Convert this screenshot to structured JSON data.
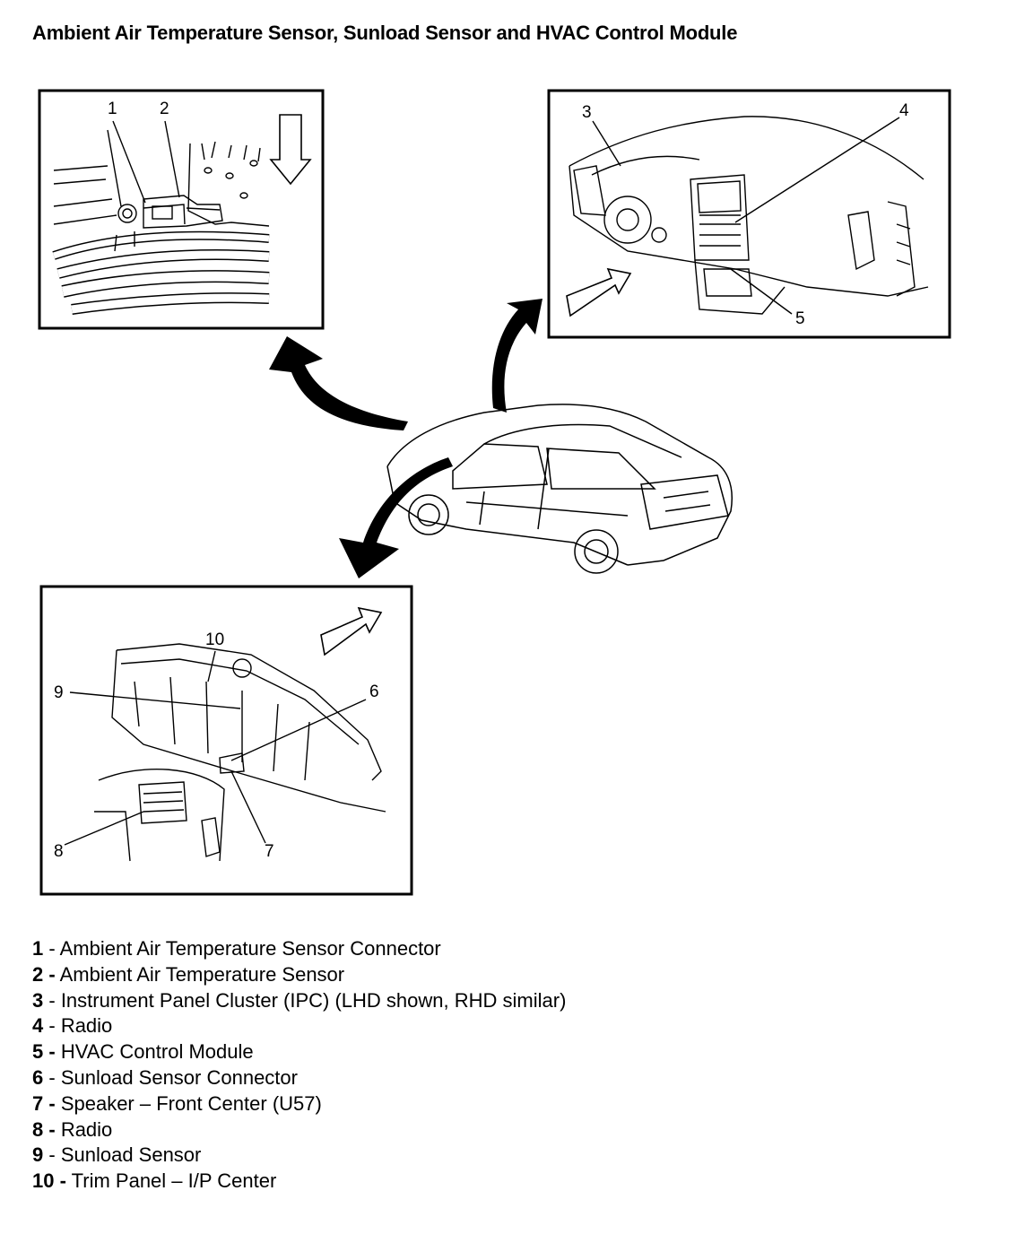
{
  "title": "Ambient Air Temperature Sensor, Sunload Sensor and HVAC Control Module",
  "callouts": {
    "c1": "1",
    "c2": "2",
    "c3": "3",
    "c4": "4",
    "c5": "5",
    "c6": "6",
    "c7": "7",
    "c8": "8",
    "c9": "9",
    "c10": "10"
  },
  "legend": [
    {
      "num": "1",
      "sep": " - ",
      "text": "Ambient Air Temperature Sensor Connector"
    },
    {
      "num": "2 -",
      "sep": " ",
      "text": "Ambient Air Temperature Sensor"
    },
    {
      "num": "3",
      "sep": " - ",
      "text": "Instrument Panel Cluster (IPC) (LHD shown, RHD similar)"
    },
    {
      "num": "4",
      "sep": " - ",
      "text": "Radio"
    },
    {
      "num": "5 -",
      "sep": " ",
      "text": "HVAC Control Module"
    },
    {
      "num": "6",
      "sep": " - ",
      "text": "Sunload Sensor Connector"
    },
    {
      "num": "7 -",
      "sep": " ",
      "text": "Speaker – Front Center (U57)"
    },
    {
      "num": "8 -",
      "sep": " ",
      "text": "Radio"
    },
    {
      "num": "9",
      "sep": " - ",
      "text": "Sunload Sensor"
    },
    {
      "num": "10 -",
      "sep": " ",
      "text": "Trim Panel – I/P Center"
    }
  ]
}
